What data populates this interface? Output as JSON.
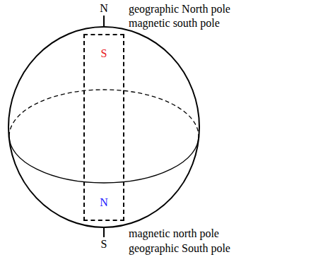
{
  "diagram": {
    "nodes": [
      {
        "text": [
          "S",
          "N"
        ]
      }
    ],
    "labels": [
      "N",
      "geographic North pole",
      "magnetic south pole",
      "magnetic north pole",
      "geographic South pole",
      "S"
    ]
  }
}
